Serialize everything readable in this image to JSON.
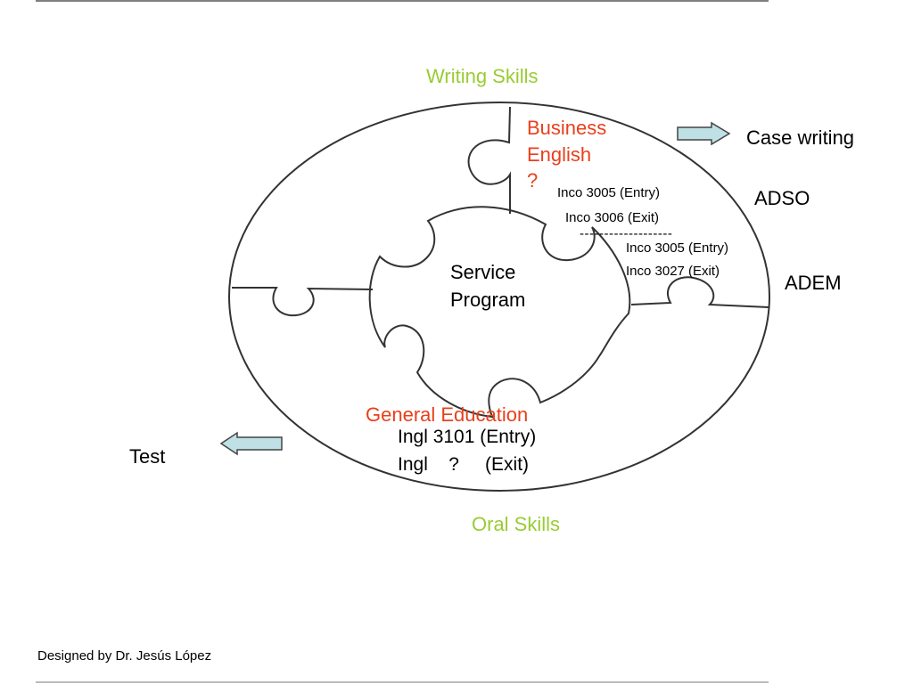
{
  "diagram": {
    "top_label": "Writing Skills",
    "bottom_label": "Oral Skills",
    "center": {
      "line1": "Service",
      "line2": "Program"
    },
    "business": {
      "line1": "Business",
      "line2": "English",
      "line3": "?"
    },
    "general_education": "General Education",
    "ingl": {
      "entry": "Ingl 3101 (Entry)",
      "exit": "Ingl    ?     (Exit)"
    },
    "adso": {
      "label": "ADSO",
      "entry": "Inco 3005 (Entry)",
      "exit": "Inco 3006 (Exit)"
    },
    "divider": "-------------------",
    "adem": {
      "label": "ADEM",
      "entry": "Inco 3005 (Entry)",
      "exit": "Inco 3027 (Exit)"
    },
    "case_writing": "Case writing",
    "test": "Test",
    "footer": "Designed by Dr. Jesús López"
  },
  "colors": {
    "green": "#99cc33",
    "red": "#e8401c",
    "arrow_fill": "#bfe0e4"
  }
}
